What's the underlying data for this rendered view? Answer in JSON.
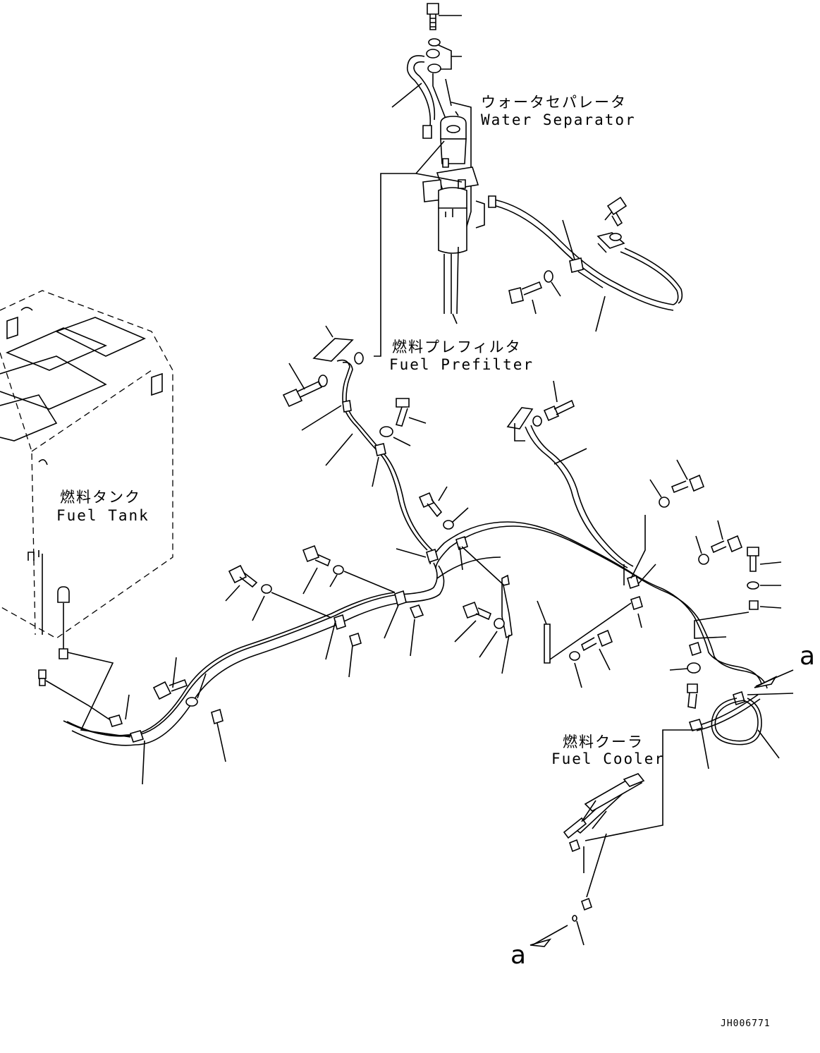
{
  "components": {
    "water_separator": {
      "jp": "ウォータセパレータ",
      "en": "Water Separator"
    },
    "fuel_prefilter": {
      "jp": "燃料プレフィルタ",
      "en": "Fuel Prefilter"
    },
    "fuel_tank": {
      "jp": "燃料タンク",
      "en": "Fuel Tank"
    },
    "fuel_cooler": {
      "jp": "燃料クーラ",
      "en": "Fuel Cooler"
    }
  },
  "callouts": {
    "upper": "a",
    "lower": "a"
  },
  "drawing_id": "JH006771"
}
